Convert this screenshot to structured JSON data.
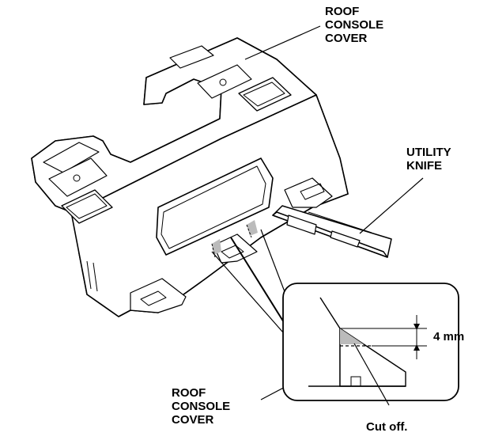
{
  "labels": {
    "roof_console_cover_top": [
      "ROOF",
      "CONSOLE",
      "COVER"
    ],
    "utility_knife": [
      "UTILITY",
      "KNIFE"
    ],
    "measurement": "4 mm",
    "roof_console_cover_bottom": [
      "ROOF",
      "CONSOLE",
      "COVER"
    ],
    "cut_off": "Cut off."
  }
}
